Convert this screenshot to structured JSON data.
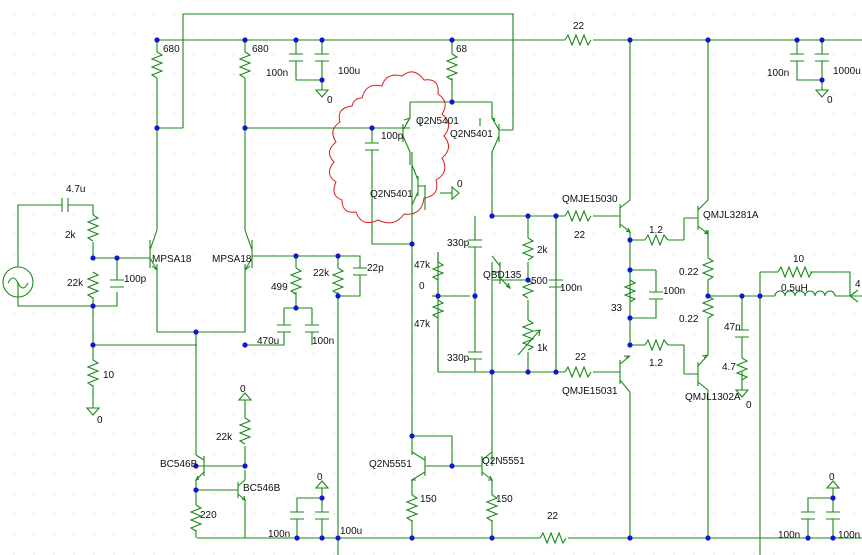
{
  "colors": {
    "wire": "#1a8a1a",
    "junction": "#1515d0",
    "highlight": "#d62020",
    "text": "#101010",
    "grid": "#c8c8c8"
  },
  "labels": {
    "r_680_left": "680",
    "r_680_mid": "680",
    "r_68": "68",
    "c_100n_top_left": "100n",
    "c_100u_top": "100u",
    "gnd_top_left": "0",
    "r_22_top": "22",
    "c_100n_top_right": "100n",
    "c_1000u": "1000u",
    "gnd_top_right": "0",
    "q_q2n5401_top_left": "Q2N5401",
    "q_q2n5401_top_right": "Q2N5401",
    "c_100p_vas": "100p",
    "q_q2n5401_mid": "Q2N5401",
    "gnd_mid": "0",
    "c_4u7_in": "4.7u",
    "r_2k_in": "2k",
    "r_22k_in": "22k",
    "c_100p_in": "100p",
    "q_mpsa18_left": "MPSA18",
    "q_mpsa18_right": "MPSA18",
    "r_499": "499",
    "r_22k_fb": "22k",
    "c_22p": "22p",
    "c_470u": "470u",
    "c_100n_fb": "100n",
    "r_10_in": "10",
    "gnd_in": "0",
    "q_qmje15030": "QMJE15030",
    "r_22_driver_top": "22",
    "r_1k2_top": "1.2",
    "q_qmjl3281a": "QMJL3281A",
    "c_330p_top": "330p",
    "r_2k_vbe": "2k",
    "r_47k_top": "47k",
    "gnd_vbe": "0",
    "q_qbd135": "QBD135",
    "r_500": "500",
    "c_100n_vbe": "100n",
    "r_1k_vbe": "1k",
    "r_47k_bottom": "47k",
    "c_330p_bottom": "330p",
    "r_33": "33",
    "c_100n_driver": "100n",
    "r_0r22_top": "0.22",
    "r_0r22_bottom": "0.22",
    "c_47n": "47n",
    "r_4r7": "4.7",
    "gnd_zobel": "0",
    "r_10_out": "10",
    "l_0u5": "0.5uH",
    "out_label": "4",
    "r_22_driver_bottom": "22",
    "r_1k2_bottom": "1.2",
    "q_qmje15031": "QMJE15031",
    "q_qmjl1302a": "QMJL1302A",
    "gnd_bc": "0",
    "r_22k_bc": "22k",
    "q_bc546b_left": "BC546B",
    "q_bc546b_right": "BC546B",
    "r_220": "220",
    "gnd_bottom_left": "0",
    "c_100n_bottom_left": "100n",
    "c_100u_bottom": "100u",
    "q_q2n5551_left": "Q2N5551",
    "q_q2n5551_right": "Q2N5551",
    "r_150_left": "150",
    "r_150_right": "150",
    "r_22_bottom": "22",
    "gnd_bottom_right": "0",
    "c_100n_bottom_right": "100n",
    "c_100n_bottom_right2": "100n"
  }
}
